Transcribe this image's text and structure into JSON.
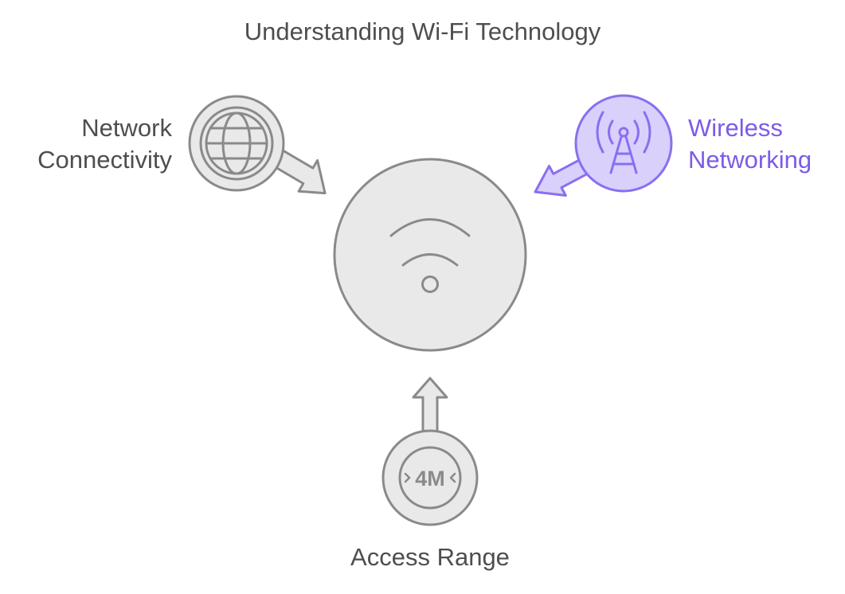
{
  "diagram": {
    "title": "Understanding Wi-Fi Technology",
    "center": {
      "icon": "wifi-icon"
    },
    "nodes": [
      {
        "id": "network-connectivity",
        "label_lines": [
          "Network",
          "Connectivity"
        ],
        "icon": "globe-icon",
        "color": "#4e4e4e"
      },
      {
        "id": "wireless-networking",
        "label_lines": [
          "Wireless",
          "Networking"
        ],
        "icon": "antenna-tower-icon",
        "color": "#7b5ce6"
      },
      {
        "id": "access-range",
        "label_lines": [
          "Access Range"
        ],
        "icon": "range-4m-icon",
        "icon_text": "4M",
        "color": "#4e4e4e"
      }
    ]
  },
  "colors": {
    "gray_fill": "#e9e9e9",
    "gray_stroke": "#8a8a8a",
    "purple_fill": "#d9d0fb",
    "purple_stroke": "#8b6ef0",
    "text_gray": "#4e4e4e",
    "text_purple": "#7b5ce6"
  }
}
